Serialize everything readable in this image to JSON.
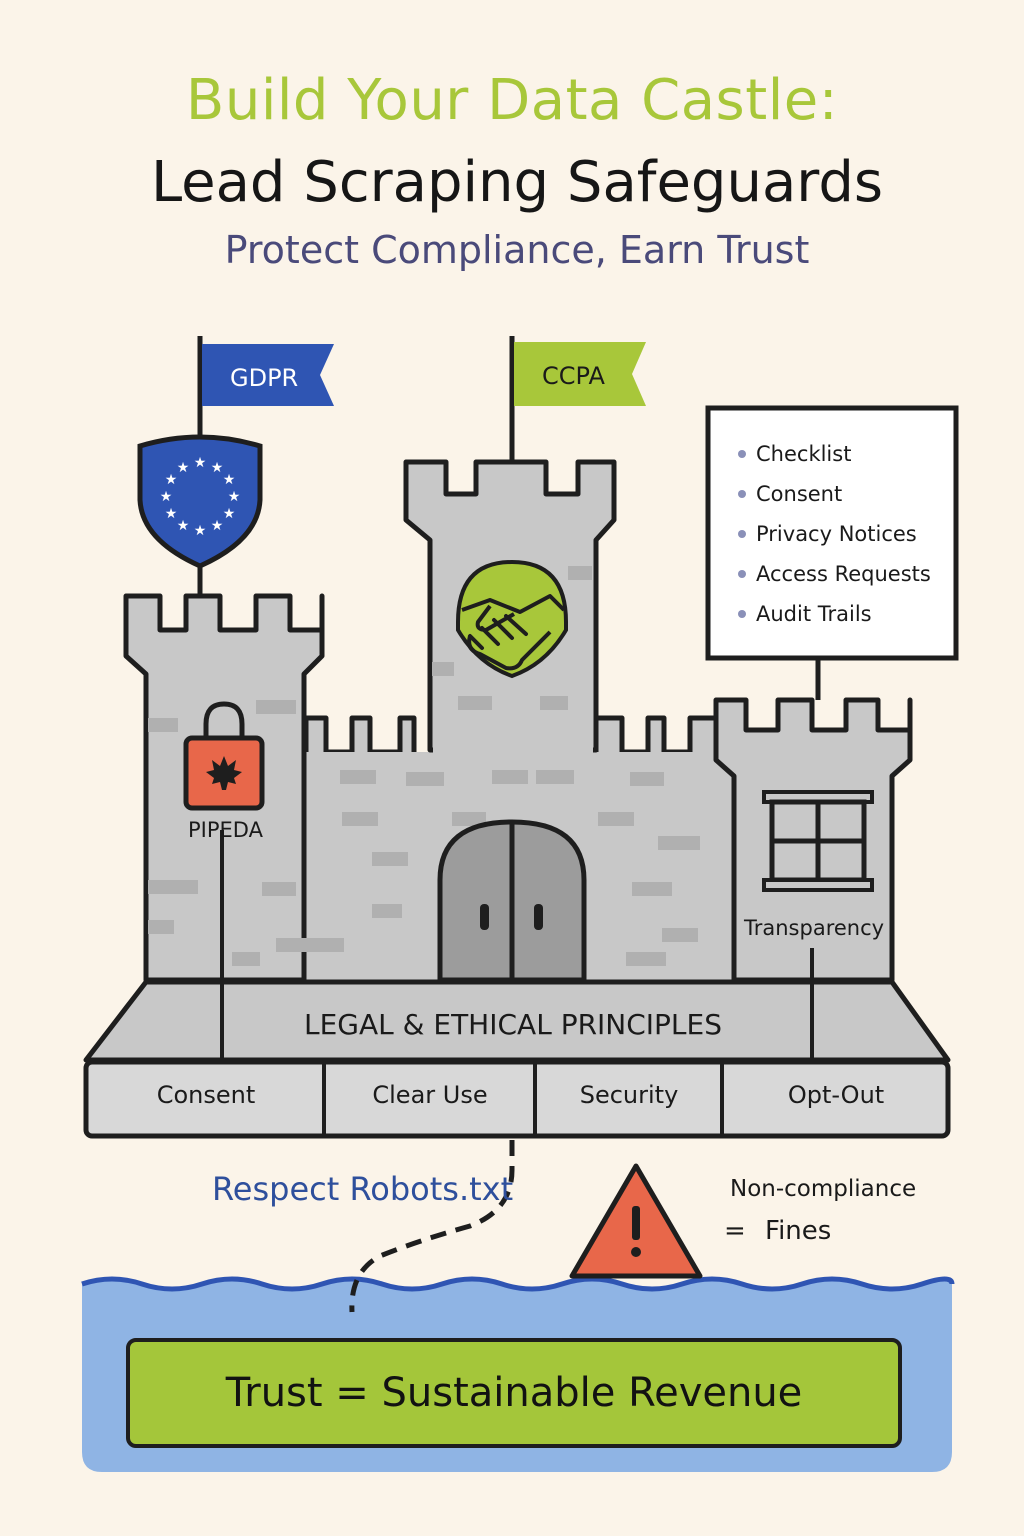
{
  "header": {
    "title_line1": "Build Your Data Castle:",
    "title_line2": "Lead Scraping Safeguards",
    "subtitle": "Protect Compliance, Earn Trust"
  },
  "flags": {
    "left": "GDPR",
    "center": "CCPA"
  },
  "towers": {
    "left_label": "PIPEDA",
    "right_label": "Transparency"
  },
  "checklist": [
    "Checklist",
    "Consent",
    "Privacy Notices",
    "Access Requests",
    "Audit Trails"
  ],
  "foundation": {
    "title": "LEGAL & ETHICAL PRINCIPLES",
    "pillars": [
      "Consent",
      "Clear Use",
      "Security",
      "Opt-Out"
    ]
  },
  "path_label": "Respect Robots.txt",
  "warning": {
    "line1": "Non-compliance",
    "equals": "=",
    "line2": "Fines"
  },
  "moat": {
    "banner": "Trust = Sustainable Revenue"
  },
  "icons": [
    "eu-stars-shield-icon",
    "handshake-icon",
    "maple-leaf-padlock-icon",
    "window-icon",
    "warning-triangle-icon"
  ],
  "colors": {
    "accent_green": "#a8c73a",
    "eu_blue": "#2f55b3",
    "stone": "#c8c8c8",
    "warning_red": "#e8674a",
    "water": "#8fb4e4",
    "subtitle": "#4a4a7a",
    "robots_text": "#2e4f9c"
  }
}
